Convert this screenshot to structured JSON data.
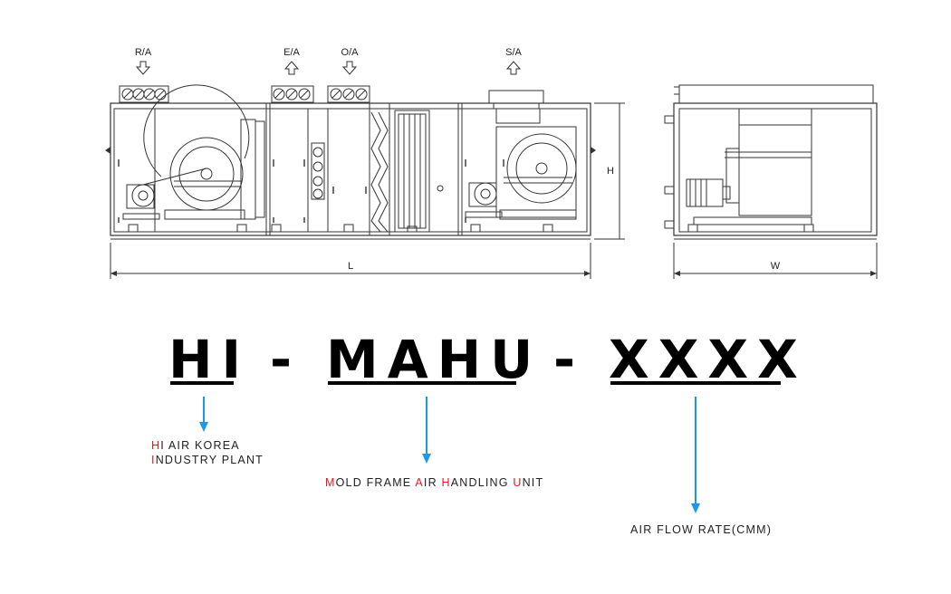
{
  "drawing": {
    "labels": {
      "ra": "R/A",
      "ea": "E/A",
      "oa": "O/A",
      "sa": "S/A",
      "height": "H",
      "length": "L",
      "width": "W"
    }
  },
  "model_code": {
    "part1": "HI",
    "part2": "MAHU",
    "part3": "XXXX",
    "separator": "-"
  },
  "descriptions": {
    "hi": {
      "line1_initial": "H",
      "line1_rest": "I AIR KOREA",
      "line2_initial": "I",
      "line2_rest": "NDUSTRY PLANT"
    },
    "mahu": {
      "w1_initial": "M",
      "w1_rest": "OLD FRAME ",
      "w2_initial": "A",
      "w2_rest": "IR ",
      "w3_initial": "H",
      "w3_rest": "ANDLING ",
      "w4_initial": "U",
      "w4_rest": "NIT"
    },
    "xxxx": {
      "text": "AIR FLOW RATE(CMM)"
    }
  },
  "colors": {
    "accent_red": "#e0191e",
    "arrow_blue": "#1a9ae6",
    "ink": "#000000"
  }
}
